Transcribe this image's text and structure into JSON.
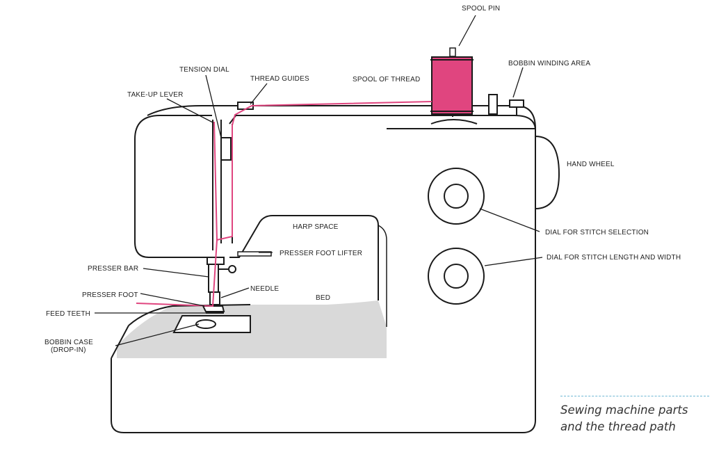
{
  "labels": {
    "spool_pin": "SPOOL PIN",
    "bobbin_winding_area": "BOBBIN WINDING AREA",
    "tension_dial": "TENSION DIAL",
    "thread_guides": "THREAD GUIDES",
    "spool_of_thread": "SPOOL OF THREAD",
    "take_up_lever": "TAKE-UP LEVER",
    "hand_wheel": "HAND WHEEL",
    "harp_space": "HARP SPACE",
    "presser_foot_lifter": "PRESSER FOOT LIFTER",
    "dial_stitch_selection": "DIAL FOR STITCH SELECTION",
    "presser_bar": "PRESSER BAR",
    "dial_stitch_length_width": "DIAL FOR STITCH LENGTH AND WIDTH",
    "needle": "NEEDLE",
    "presser_foot": "PRESSER FOOT",
    "bed": "BED",
    "feed_teeth": "FEED TEETH",
    "bobbin_case_line1": "BOBBIN CASE",
    "bobbin_case_line2": "(DROP-IN)"
  },
  "caption": {
    "line1": "Sewing machine parts",
    "line2": "and the thread path"
  },
  "colors": {
    "thread": "#e0457f",
    "outline": "#1a1a1a",
    "bed_shade": "#d9d9d9",
    "caption_rule": "#6fb7d3"
  }
}
